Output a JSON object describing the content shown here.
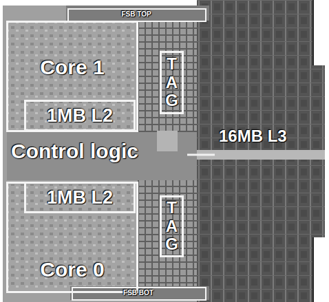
{
  "diagram": {
    "nodes": [
      {
        "text": [
          "FSB TOP"
        ]
      },
      {
        "text": [
          "Core 1"
        ]
      },
      {
        "text": [
          "1MB L2"
        ],
        "in": 1
      },
      {
        "text": [
          "TAG"
        ]
      },
      {
        "text": [
          "Core 0"
        ]
      },
      {
        "text": [
          "1MB L2"
        ],
        "in": 4
      },
      {
        "text": [
          "TAG"
        ]
      },
      {
        "text": [
          "FSB BOT"
        ]
      }
    ],
    "labels": [
      "Control logic",
      "16MB L3"
    ]
  }
}
